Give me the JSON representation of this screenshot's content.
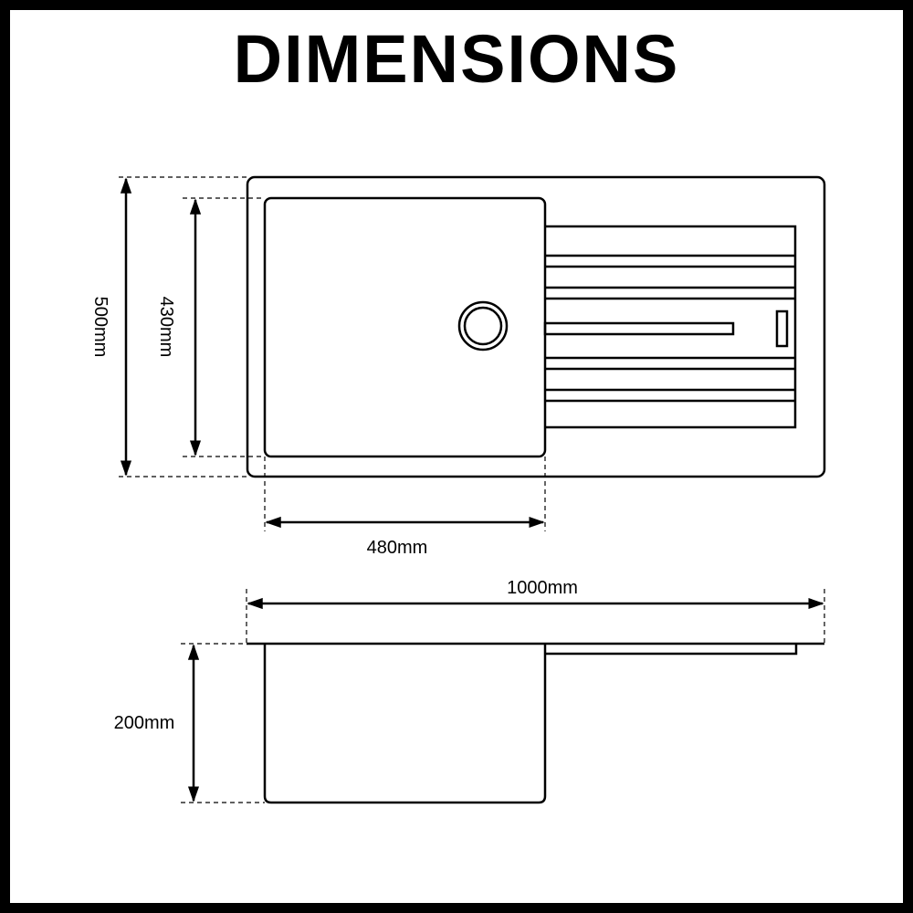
{
  "title": "DIMENSIONS",
  "colors": {
    "stroke": "#000000",
    "background": "#ffffff"
  },
  "top_view": {
    "overall_height_label": "500mm",
    "bowl_height_label": "430mm",
    "bowl_width_label": "480mm"
  },
  "side_view": {
    "overall_width_label": "1000mm",
    "bowl_depth_label": "200mm"
  }
}
